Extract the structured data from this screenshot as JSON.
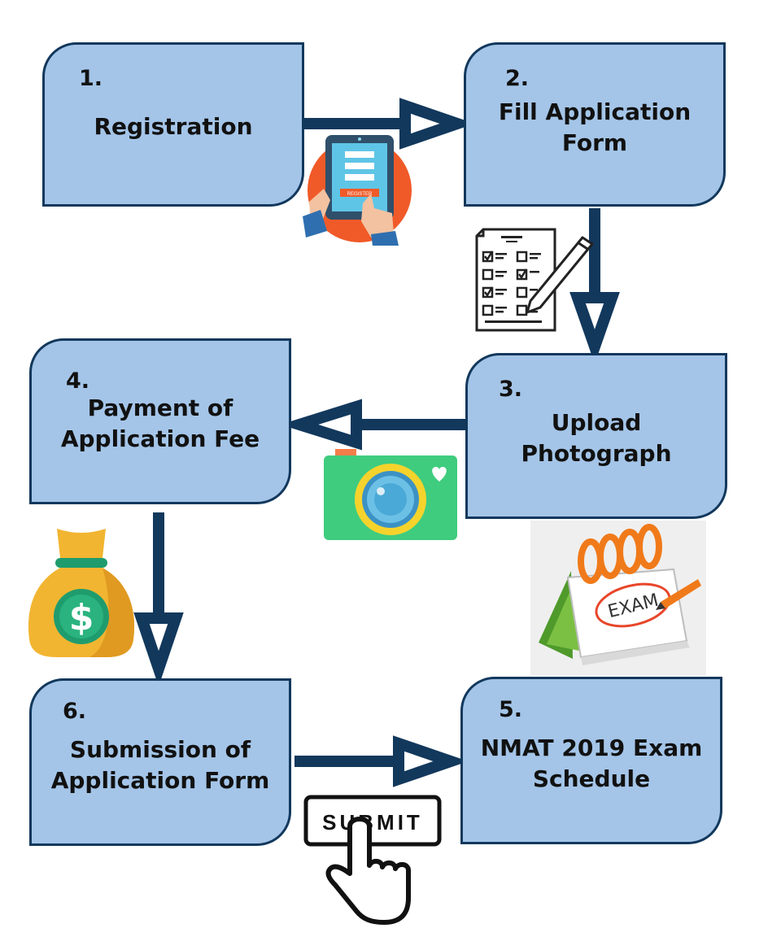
{
  "steps": [
    {
      "number": "1.",
      "lines": [
        "Registration"
      ]
    },
    {
      "number": "2.",
      "lines": [
        "Fill Application",
        "Form"
      ]
    },
    {
      "number": "3.",
      "lines": [
        "Upload",
        "Photograph"
      ]
    },
    {
      "number": "4.",
      "lines": [
        "Payment of",
        "Application Fee"
      ]
    },
    {
      "number": "5.",
      "lines": [
        "NMAT 2019 Exam",
        "Schedule"
      ]
    },
    {
      "number": "6.",
      "lines": [
        "Submission of",
        "Application Form"
      ]
    }
  ],
  "illustrations": {
    "register": {
      "icon": "tablet-register-icon",
      "text": "REGISTER"
    },
    "form": {
      "icon": "checklist-form-icon"
    },
    "camera": {
      "icon": "camera-icon"
    },
    "money": {
      "icon": "money-bag-icon",
      "symbol": "$"
    },
    "calendar": {
      "icon": "exam-calendar-icon",
      "text": "EXAM"
    },
    "submit": {
      "icon": "submit-button-icon",
      "text": "SUBMIT"
    }
  },
  "colors": {
    "box_fill": "#a4c5e8",
    "box_border": "#12385c",
    "arrow": "#12385c"
  }
}
